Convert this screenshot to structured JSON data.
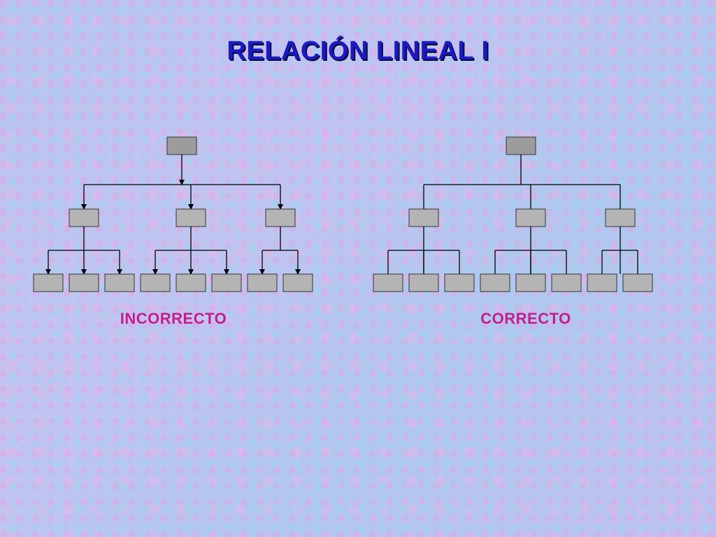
{
  "title": "RELACIÓN LINEAL I",
  "diagrams": [
    {
      "id": "incorrect",
      "label": "INCORRECTO",
      "arrows": true
    },
    {
      "id": "correct",
      "label": "CORRECTO",
      "arrows": false
    }
  ],
  "structure": {
    "levels": 3,
    "children_per_middle_node": [
      3,
      3,
      2
    ]
  },
  "colors": {
    "title": "#1a1ac8",
    "label": "#cc1a8c",
    "box_fill": "#b4b4b4",
    "top_box_fill": "#9c9c9c"
  }
}
